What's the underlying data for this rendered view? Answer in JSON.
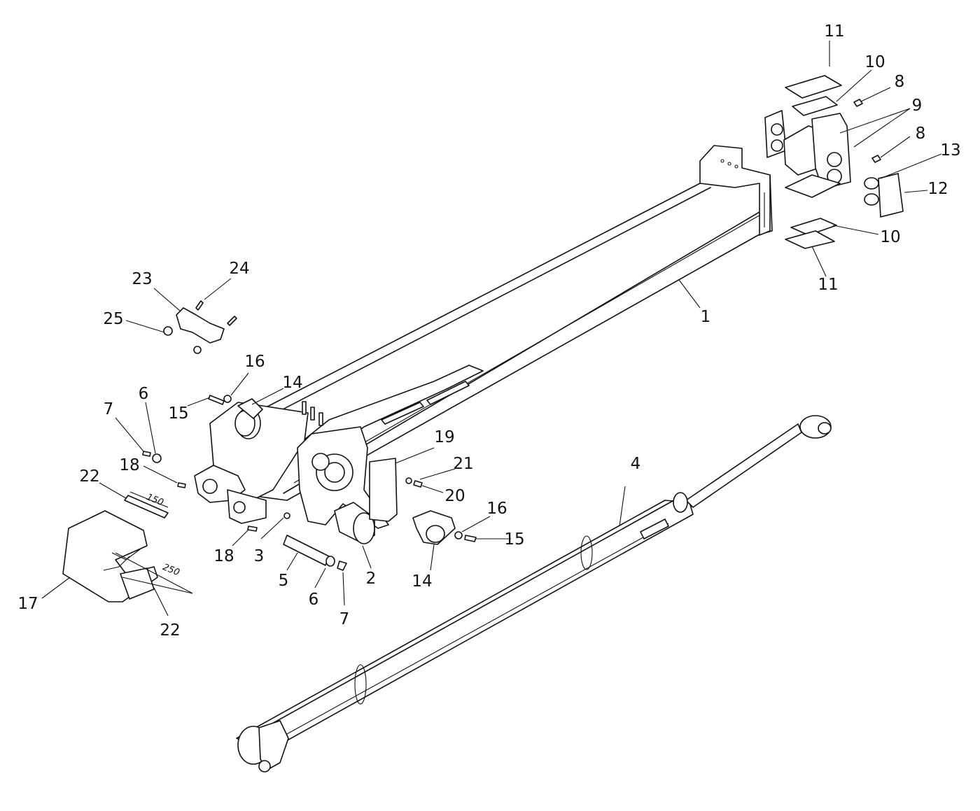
{
  "callouts": [
    {
      "id": "c1",
      "label": "1"
    },
    {
      "id": "c2",
      "label": "2"
    },
    {
      "id": "c3",
      "label": "3"
    },
    {
      "id": "c4",
      "label": "4"
    },
    {
      "id": "c5",
      "label": "5"
    },
    {
      "id": "c6a",
      "label": "6"
    },
    {
      "id": "c6b",
      "label": "6"
    },
    {
      "id": "c7a",
      "label": "7"
    },
    {
      "id": "c7b",
      "label": "7"
    },
    {
      "id": "c8a",
      "label": "8"
    },
    {
      "id": "c8b",
      "label": "8"
    },
    {
      "id": "c9",
      "label": "9"
    },
    {
      "id": "c10a",
      "label": "10"
    },
    {
      "id": "c10b",
      "label": "10"
    },
    {
      "id": "c11a",
      "label": "11"
    },
    {
      "id": "c11b",
      "label": "11"
    },
    {
      "id": "c12",
      "label": "12"
    },
    {
      "id": "c13",
      "label": "13"
    },
    {
      "id": "c14a",
      "label": "14"
    },
    {
      "id": "c14b",
      "label": "14"
    },
    {
      "id": "c15a",
      "label": "15"
    },
    {
      "id": "c15b",
      "label": "15"
    },
    {
      "id": "c16a",
      "label": "16"
    },
    {
      "id": "c16b",
      "label": "16"
    },
    {
      "id": "c17",
      "label": "17"
    },
    {
      "id": "c18a",
      "label": "18"
    },
    {
      "id": "c18b",
      "label": "18"
    },
    {
      "id": "c19",
      "label": "19"
    },
    {
      "id": "c20",
      "label": "20"
    },
    {
      "id": "c21",
      "label": "21"
    },
    {
      "id": "c22a",
      "label": "22"
    },
    {
      "id": "c22b",
      "label": "22"
    },
    {
      "id": "c23",
      "label": "23"
    },
    {
      "id": "c24",
      "label": "24"
    },
    {
      "id": "c25",
      "label": "25"
    }
  ],
  "dimensions": [
    {
      "id": "d150",
      "label": "150"
    },
    {
      "id": "d250",
      "label": "250"
    }
  ]
}
